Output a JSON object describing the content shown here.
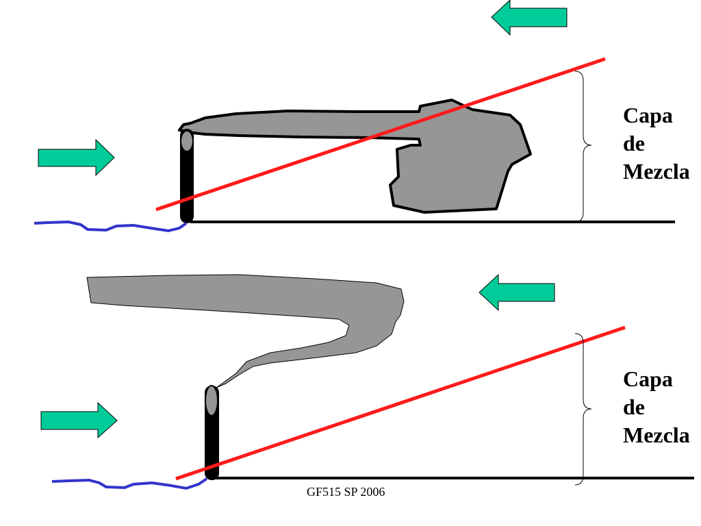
{
  "panels": [
    {
      "label_lines": [
        "Capa",
        "de",
        "Mezcla"
      ]
    },
    {
      "label_lines": [
        "Capa",
        "de",
        "Mezcla"
      ]
    }
  ],
  "footer": "GF515 SP 2006",
  "colors": {
    "arrow_fill": "#00cc99",
    "inversion_line": "#ff1a1a",
    "plume": "#969696",
    "stack": "#000000",
    "river": "#3333cc",
    "ground": "#000000"
  },
  "icons": [
    "wind-arrow-right-icon",
    "wind-arrow-left-icon",
    "smokestack-icon",
    "river-icon",
    "brace-icon"
  ]
}
